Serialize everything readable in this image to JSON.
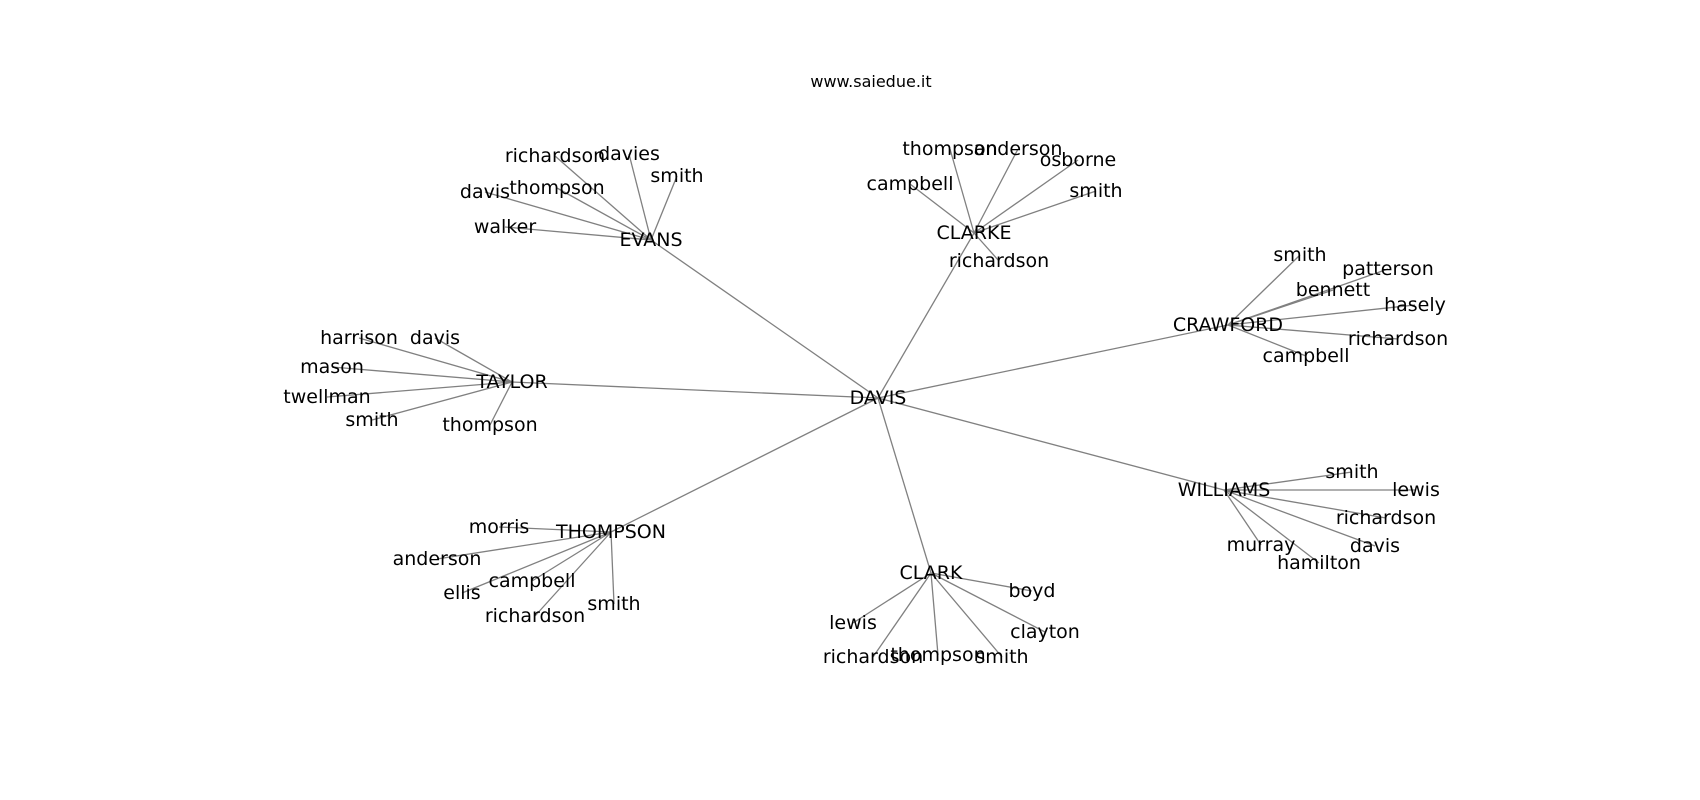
{
  "header": {
    "caption": "www.saiedue.it"
  },
  "graph": {
    "root": "DAVIS",
    "clusters": [
      {
        "hub": "EVANS",
        "leaves": [
          "richardson",
          "davies",
          "smith",
          "davis",
          "thompson",
          "walker"
        ]
      },
      {
        "hub": "CLARKE",
        "leaves": [
          "thompson",
          "anderson",
          "osborne",
          "campbell",
          "smith",
          "richardson"
        ]
      },
      {
        "hub": "CRAWFORD",
        "leaves": [
          "smith",
          "patterson",
          "bennett",
          "hasely",
          "richardson",
          "campbell"
        ]
      },
      {
        "hub": "TAYLOR",
        "leaves": [
          "harrison",
          "davis",
          "mason",
          "twellman",
          "smith",
          "thompson"
        ]
      },
      {
        "hub": "WILLIAMS",
        "leaves": [
          "smith",
          "lewis",
          "richardson",
          "davis",
          "murray",
          "hamilton"
        ]
      },
      {
        "hub": "THOMPSON",
        "leaves": [
          "morris",
          "anderson",
          "campbell",
          "ellis",
          "richardson",
          "smith"
        ]
      },
      {
        "hub": "CLARK",
        "leaves": [
          "boyd",
          "lewis",
          "clayton",
          "richardson",
          "thompson",
          "smith"
        ]
      }
    ]
  }
}
